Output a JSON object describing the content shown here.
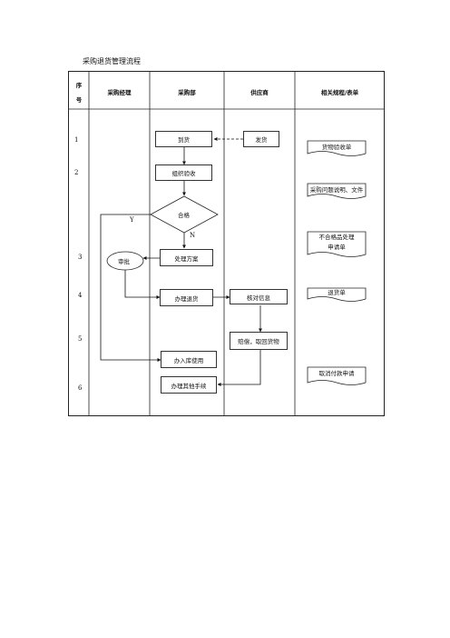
{
  "title": "采购退货管理流程",
  "headers": {
    "seq_line1": "序",
    "seq_line2": "号",
    "manager": "采购经理",
    "purchasing": "采购部",
    "supplier": "供应商",
    "forms": "相关规程/表单"
  },
  "steps": [
    "1",
    "2",
    "3",
    "4",
    "5",
    "6"
  ],
  "nodes": {
    "arrival": "到货",
    "ship": "发货",
    "inspection": "组织验收",
    "qualified": "合格",
    "plan": "处理方案",
    "approve": "审批",
    "return_process": "办理退货",
    "verify_info": "核对信息",
    "compensate": "赔偿，取回货物",
    "stock_in": "办入库使用",
    "other_procedures": "办理其他手续"
  },
  "labels": {
    "yes": "Y",
    "no": "N"
  },
  "forms": {
    "inspection_form": "货物验收单",
    "problem_doc": "采购问题说明、文件",
    "nonconform_line1": "不合格品处理",
    "nonconform_line2": "申请单",
    "return_form": "退货单",
    "cancel_payment": "取消付款申请"
  }
}
